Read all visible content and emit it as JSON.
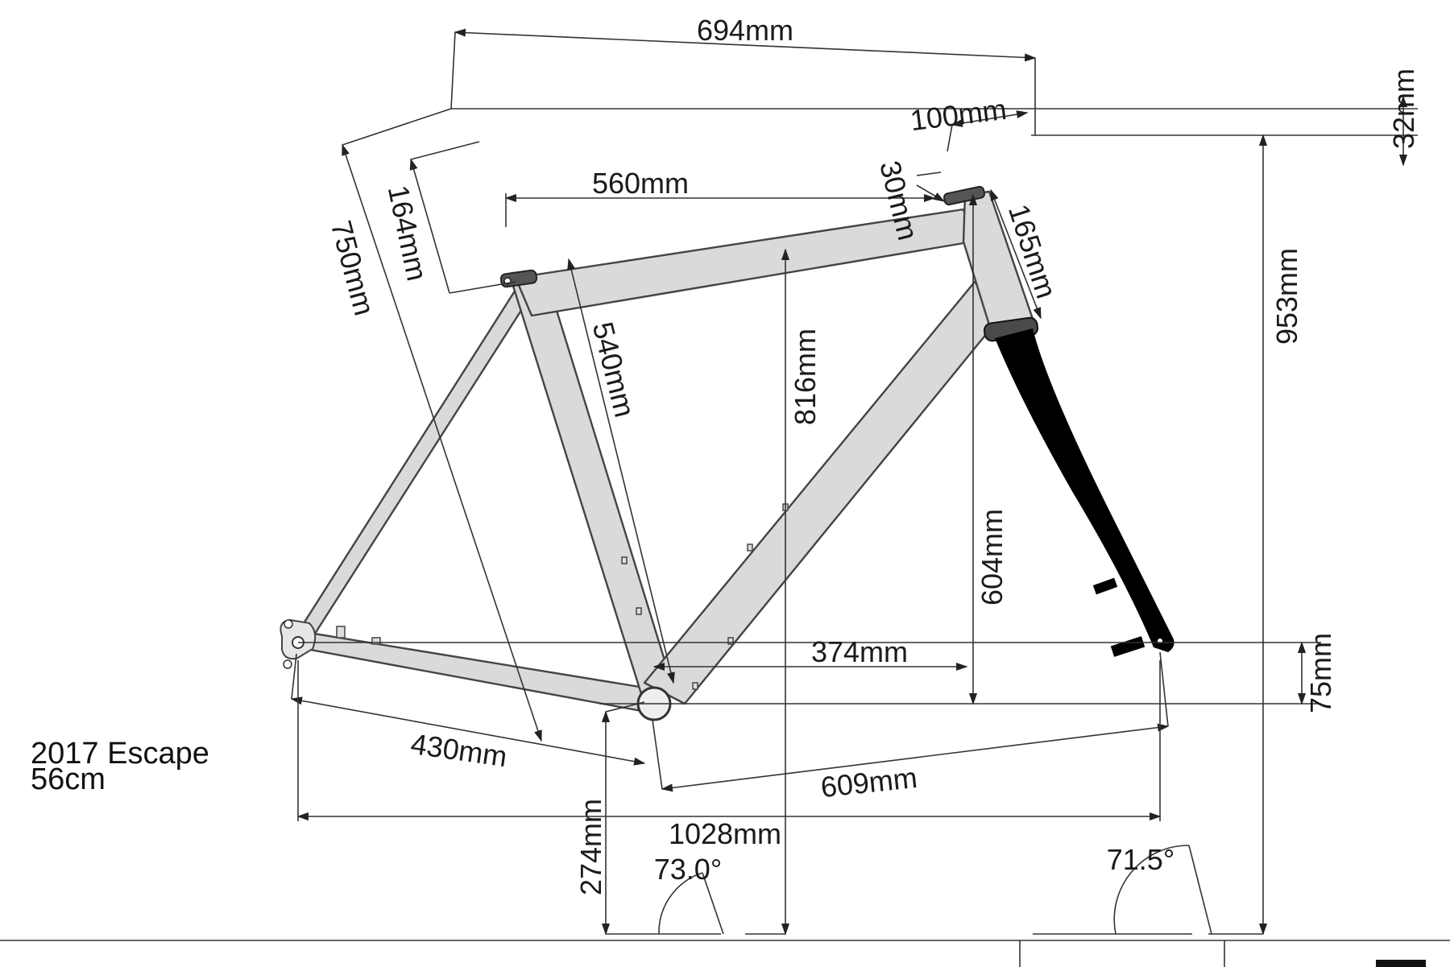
{
  "title": {
    "line1": "2017 Escape",
    "line2": "56cm"
  },
  "colors": {
    "frame": "#dadada",
    "outline": "#444444",
    "fork": "#000000",
    "lines": "#333333"
  },
  "dimensions": {
    "reach_span": "694mm",
    "stem": "100mm",
    "spacer_top": "32mm",
    "stack_height": "953mm",
    "effective_top_tube": "560mm",
    "spacers": "30mm",
    "head_tube": "165mm",
    "seat_extension": "164mm",
    "saddle_height": "750mm",
    "seat_tube": "540mm",
    "standover": "816mm",
    "stack": "604mm",
    "reach": "374mm",
    "bb_drop": "75mm",
    "chainstay": "430mm",
    "front_center": "609mm",
    "bb_height": "274mm",
    "wheelbase": "1028mm"
  },
  "angles": {
    "seat": "73.0°",
    "head": "71.5°"
  }
}
